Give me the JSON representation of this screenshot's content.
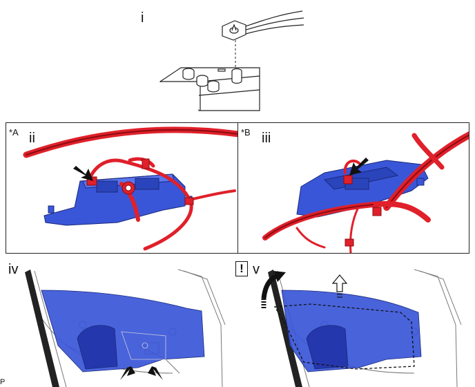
{
  "steps": [
    {
      "id": "i",
      "label": "i"
    },
    {
      "id": "ii",
      "label": "ii",
      "tag": "*A"
    },
    {
      "id": "iii",
      "label": "iii",
      "tag": "*B"
    },
    {
      "id": "iv",
      "label": "iv"
    },
    {
      "id": "v",
      "label": "v",
      "caution": "!"
    }
  ],
  "footer_mark": "P",
  "colors": {
    "panel_blue": "#3a56d8",
    "wire_red": "#e0202a",
    "line": "#222222",
    "caution_arrow": "#111111"
  }
}
